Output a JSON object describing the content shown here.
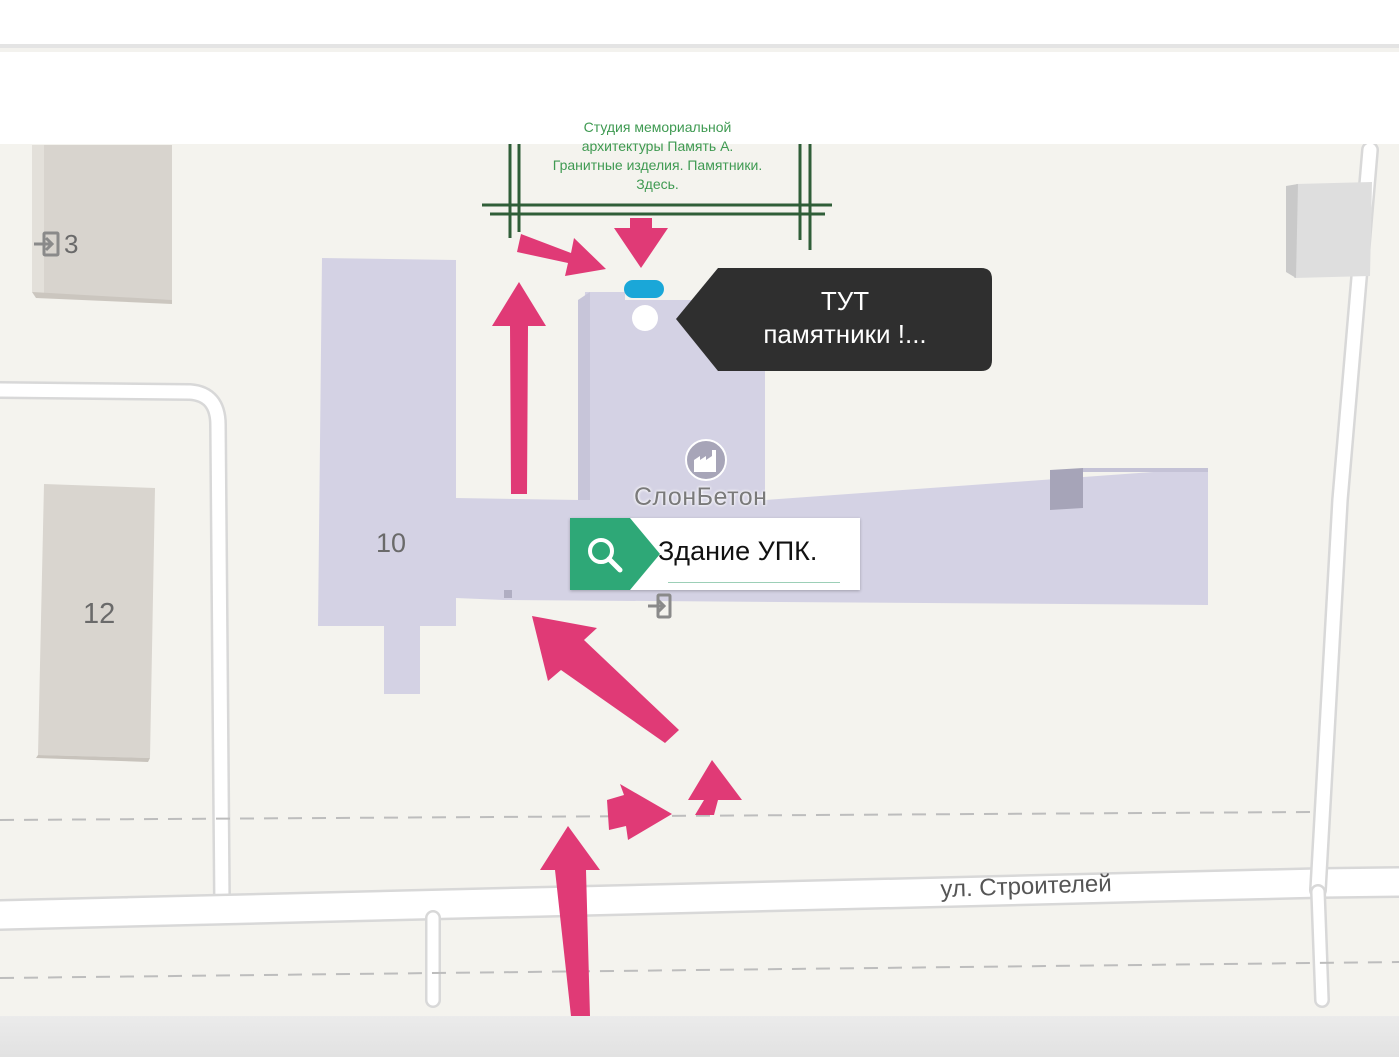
{
  "sign": {
    "line1": "Студия мемориальной",
    "line2": "архитектуры Память А.",
    "line3": "Гранитные изделия. Памятники.",
    "line4": "Здесь."
  },
  "callout": {
    "line1": "ТУТ",
    "line2": "памятники !..."
  },
  "search": {
    "value": "Здание УПК."
  },
  "map": {
    "poi_name": "СлонБетон",
    "building_10": "10",
    "building_12": "12",
    "entrance_3": "3",
    "street_name": "ул. Строителей"
  },
  "icons": {
    "search": "magnifier-icon",
    "factory": "factory-icon",
    "entrance": "entrance-icon"
  },
  "colors": {
    "arrow": "#e03a76",
    "building_main": "#d3d1e3",
    "search_accent": "#2ea877",
    "sign_frame": "#2f5e38",
    "callout_bg": "#2f2f2f",
    "marker": "#1aa7d8"
  }
}
